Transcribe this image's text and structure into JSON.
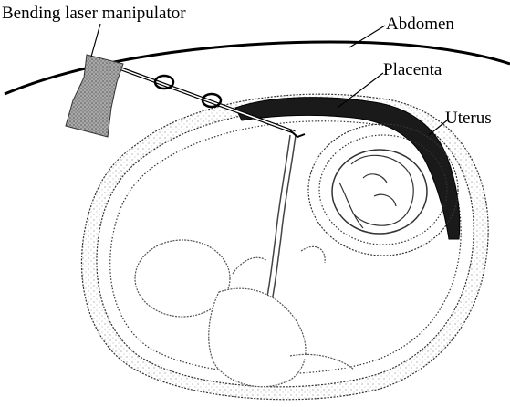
{
  "labels": {
    "manipulator": "Bending laser manipulator",
    "abdomen": "Abdomen",
    "placenta": "Placenta",
    "uterus": "Uterus"
  },
  "colors": {
    "ink": "#000000",
    "placenta_fill": "#1a1a1a",
    "handle_fill": "#9a9a9a",
    "stipple": "#777777"
  }
}
